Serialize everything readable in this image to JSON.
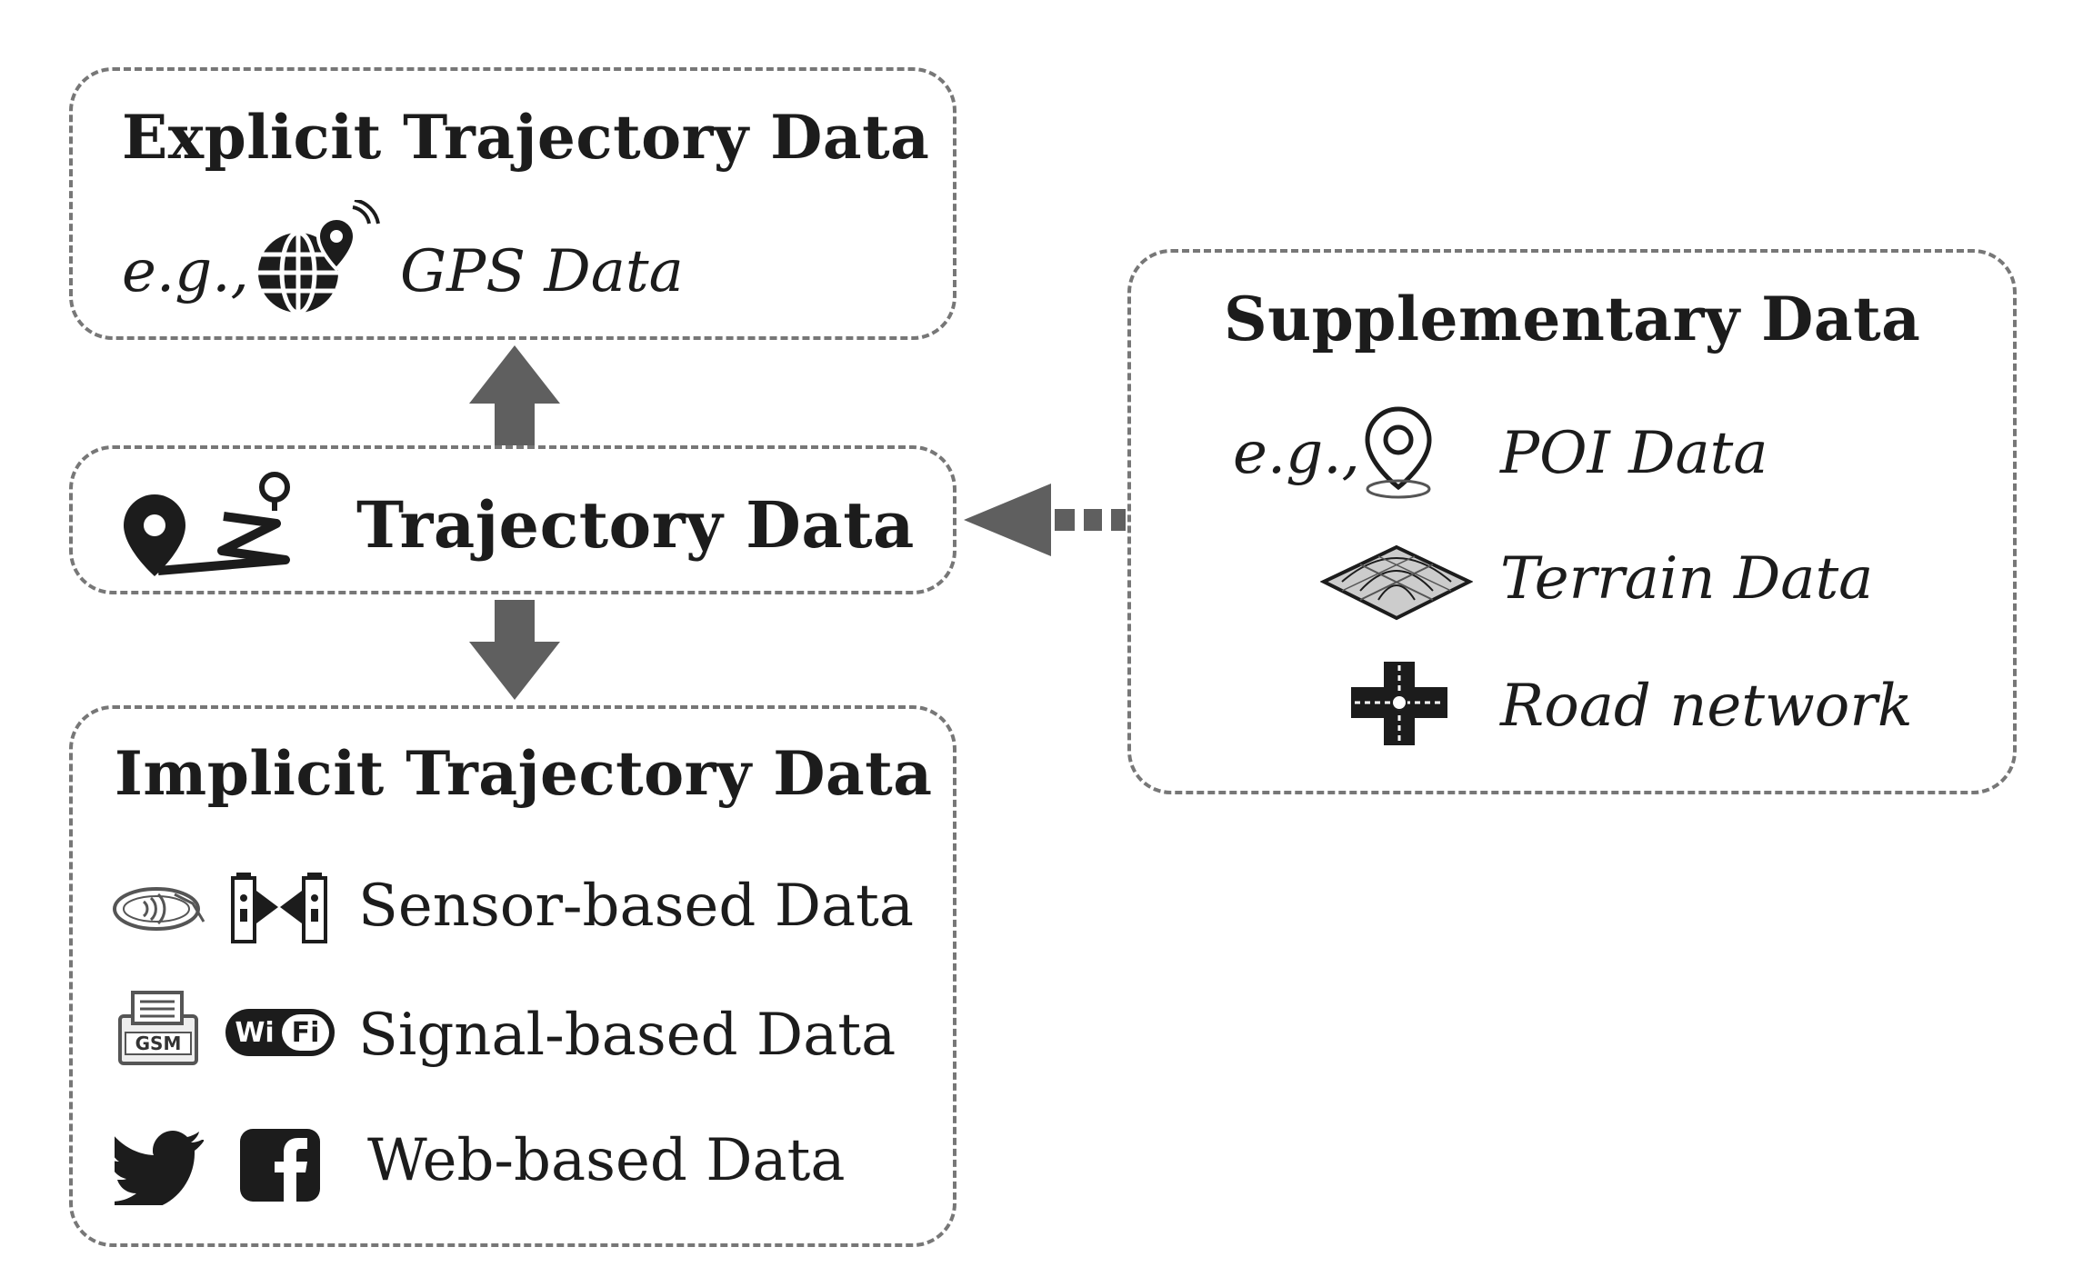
{
  "explicit": {
    "title": "Explicit Trajectory Data",
    "eg": "e.g.,",
    "item": "GPS Data"
  },
  "trajectory": {
    "title": "Trajectory Data"
  },
  "implicit": {
    "title": "Implicit Trajectory Data",
    "items": [
      "Sensor-based Data",
      "Signal-based Data",
      "Web-based Data"
    ],
    "gsm_label": "GSM",
    "wifi_label": "Wi Fi"
  },
  "supplementary": {
    "title": "Supplementary Data",
    "eg": "e.g.,",
    "items": [
      "POI Data",
      "Terrain Data",
      "Road network"
    ]
  },
  "colors": {
    "border": "#777777",
    "arrow": "#5f5f5f",
    "text": "#1c1c1c"
  }
}
